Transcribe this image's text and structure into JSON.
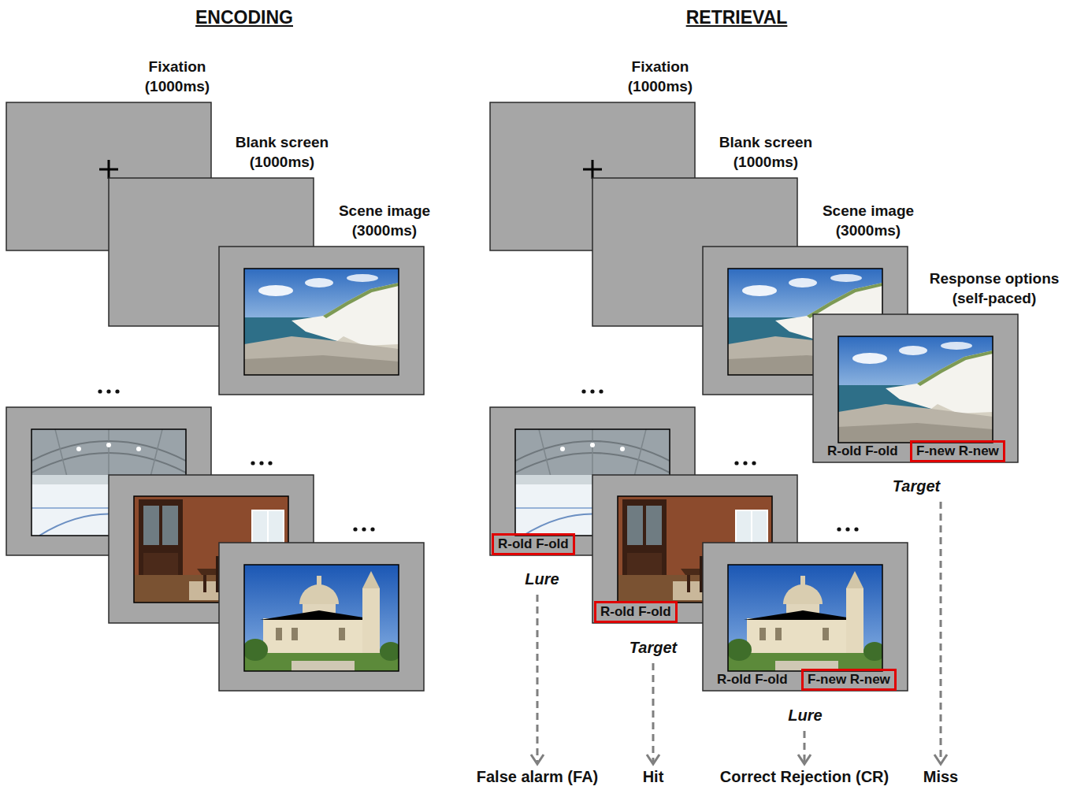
{
  "diagram": {
    "nodes": [
      {
        "text": [
          "Fixation (1000ms)"
        ]
      },
      {
        "text": [
          "Blank screen (1000ms)"
        ]
      },
      {
        "text": [
          "Scene image (3000ms)"
        ]
      },
      {
        "text": [
          "Fixation (1000ms)"
        ]
      },
      {
        "text": [
          "Blank screen (1000ms)"
        ]
      },
      {
        "text": [
          "Scene image (3000ms)"
        ]
      },
      {
        "text": [
          "Response options (self-paced)",
          "R-old F-old",
          "Target"
        ]
      },
      {
        "text": [
          "F-new R-new"
        ],
        "in": 6
      },
      {
        "text": [
          "Lure"
        ]
      },
      {
        "text": [
          "R-old F-old"
        ],
        "in": 8
      },
      {
        "text": [
          "Target"
        ]
      },
      {
        "text": [
          "R-old F-old"
        ],
        "in": 10
      },
      {
        "text": [
          "R-old F-old",
          "Lure"
        ]
      },
      {
        "text": [
          "F-new R-new"
        ],
        "in": 12
      },
      {
        "text": [
          "False alarm (FA)"
        ]
      },
      {
        "text": [
          "Hit"
        ]
      },
      {
        "text": [
          "Correct Rejection (CR)"
        ]
      },
      {
        "text": [
          "Miss"
        ]
      }
    ],
    "edges": [
      {
        "from": 8,
        "to": 14,
        "arrow": "to"
      },
      {
        "from": 10,
        "to": 15,
        "arrow": "to"
      },
      {
        "from": 12,
        "to": 16,
        "arrow": "to"
      },
      {
        "from": 6,
        "to": 17,
        "arrow": "to"
      }
    ],
    "labels": [
      "ENCODING",
      "RETRIEVAL"
    ]
  }
}
